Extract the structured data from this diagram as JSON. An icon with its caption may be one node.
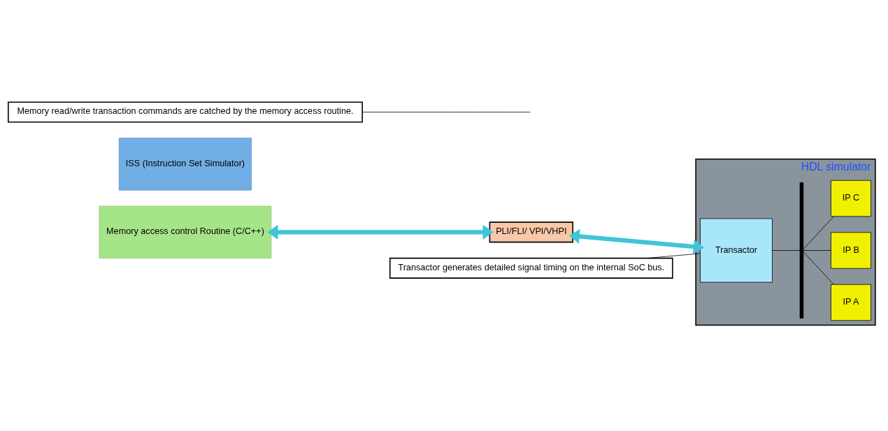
{
  "diagram": {
    "nodes": [
      {
        "text": [
          "ISS (Instruction Set Simulator)"
        ]
      },
      {
        "text": [
          "Memory access control Routine (C/C++)"
        ]
      },
      {
        "text": [
          "Memory read/write transaction commands are catched by the memory access routine."
        ]
      },
      {
        "text": [
          "PLI/FLI/ VPI/VHPI"
        ]
      },
      {
        "text": [
          "Transactor generates detailed signal timing on the internal SoC bus."
        ]
      },
      {
        "text": [
          "HDL simulator"
        ]
      },
      {
        "text": [
          "Transactor"
        ],
        "in": 5
      },
      {
        "text": [],
        "shape": "bar",
        "in": 5
      },
      {
        "text": [
          "IP A"
        ],
        "in": 5
      },
      {
        "text": [
          "IP B"
        ],
        "in": 5
      },
      {
        "text": [
          "IP C"
        ],
        "in": 5
      }
    ],
    "edges": [
      {
        "from": 1,
        "to": 3,
        "arrow": "both",
        "style": "thick",
        "color": "#40c4d8"
      },
      {
        "from": 3,
        "to": 6,
        "arrow": "both",
        "style": "thick",
        "color": "#40c4d8"
      },
      {
        "from": 2,
        "to": null,
        "arrow": "none"
      },
      {
        "from": 4,
        "to": 6,
        "arrow": "none"
      },
      {
        "from": 6,
        "to": 7,
        "arrow": "none"
      },
      {
        "from": 7,
        "to": 8,
        "arrow": "none"
      },
      {
        "from": 7,
        "to": 9,
        "arrow": "none"
      },
      {
        "from": 7,
        "to": 10,
        "arrow": "none"
      }
    ]
  }
}
